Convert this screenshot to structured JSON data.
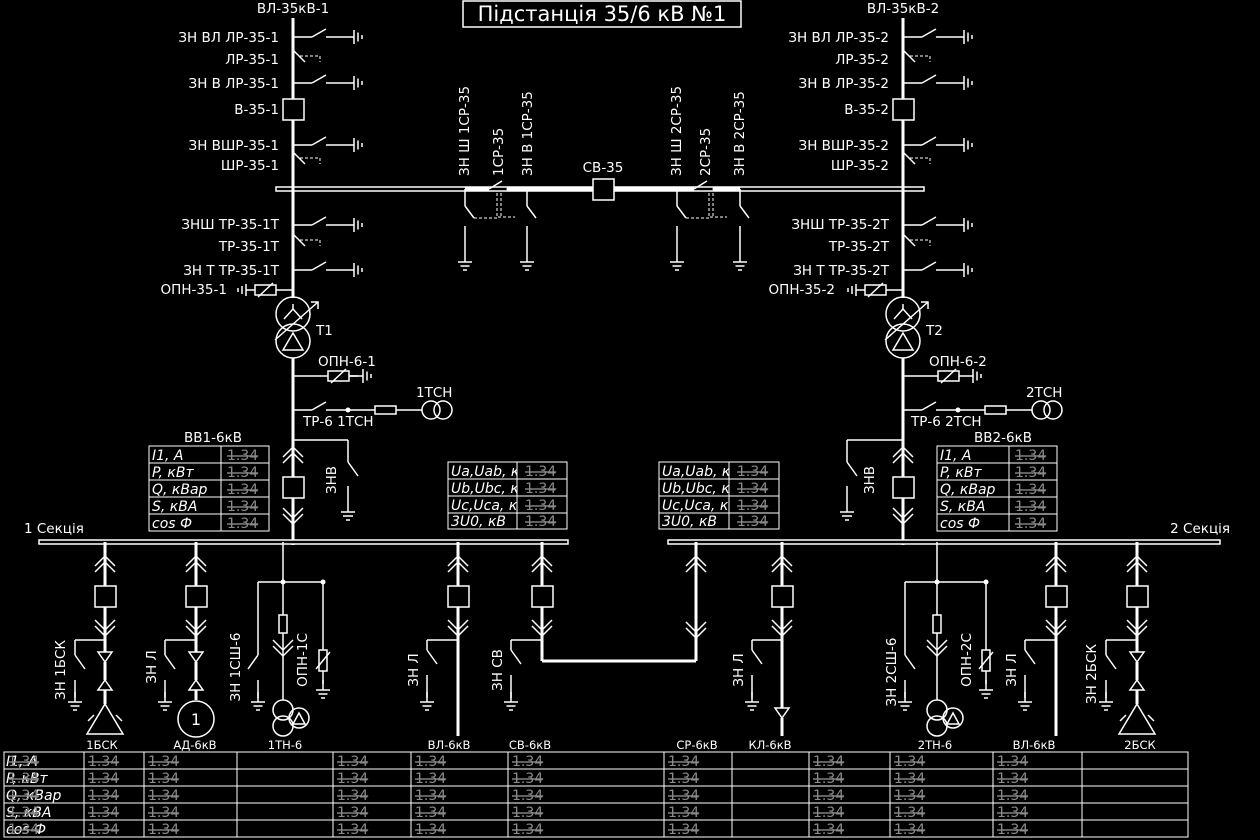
{
  "title": "Підстанція 35/6 кВ №1",
  "lines": {
    "left": "ВЛ-35кВ-1",
    "right": "ВЛ-35кВ-2"
  },
  "hv_left": {
    "zn_vl": "ЗН ВЛ ЛР-35-1",
    "lr": "ЛР-35-1",
    "zn_v_lr": "ЗН В ЛР-35-1",
    "breaker": "В-35-1",
    "zn_vshr": "ЗН ВШР-35-1",
    "shr": "ШР-35-1",
    "znsh_tr": "ЗНШ ТР-35-1Т",
    "tr": "ТР-35-1Т",
    "zn_t_tr": "ЗН Т ТР-35-1Т",
    "opn35": "ОПН-35-1",
    "transformer": "Т1",
    "opn6": "ОПН-6-1",
    "tr6": "ТР-6 1ТСН",
    "tsn": "1ТСН",
    "znv": "ЗНВ",
    "vv_title": "ВВ1-6кВ"
  },
  "hv_right": {
    "zn_vl": "ЗН ВЛ ЛР-35-2",
    "lr": "ЛР-35-2",
    "zn_v_lr": "ЗН В ЛР-35-2",
    "breaker": "В-35-2",
    "zn_vshr": "ЗН ВШР-35-2",
    "shr": "ШР-35-2",
    "znsh_tr": "ЗНШ ТР-35-2Т",
    "tr": "ТР-35-2Т",
    "zn_t_tr": "ЗН Т ТР-35-2Т",
    "opn35": "ОПН-35-2",
    "transformer": "Т2",
    "opn6": "ОПН-6-2",
    "tr6": "ТР-6 2ТСН",
    "tsn": "2ТСН",
    "znv": "ЗНВ",
    "vv_title": "ВВ2-6кВ"
  },
  "bus_tie_35": {
    "breaker": "СВ-35",
    "zn_sh_1": "ЗН Ш 1СР-35",
    "sr_1": "1СР-35",
    "zn_v_1": "ЗН В 1СР-35",
    "zn_sh_2": "ЗН Ш 2СР-35",
    "sr_2": "2СР-35",
    "zn_v_2": "ЗН В 2СР-35"
  },
  "sections": {
    "left": "1 Секція",
    "right": "2 Секція"
  },
  "vv_table": {
    "rows": [
      {
        "label": "I1, А",
        "value": "1.34"
      },
      {
        "label": "P, кВт",
        "value": "1.34"
      },
      {
        "label": "Q, кВар",
        "value": "1.34"
      },
      {
        "label": "S, кВА",
        "value": "1.34"
      },
      {
        "label": "cos Ф",
        "value": "1.34"
      }
    ]
  },
  "voltage_table": {
    "rows": [
      {
        "label": "Ua,Uab, кВ",
        "value": "1.34"
      },
      {
        "label": "Ub,Ubc, кВ",
        "value": "1.34"
      },
      {
        "label": "Uc,Uca, кВ",
        "value": "1.34"
      },
      {
        "label": "3U0, кВ",
        "value": "1.34"
      }
    ]
  },
  "feeders": {
    "bsk1": {
      "name": "1БСК",
      "earth": "ЗН 1БСК"
    },
    "ad": {
      "name": "АД-6кВ",
      "earth": "ЗН Л",
      "motor": "1"
    },
    "tn1": {
      "name": "1ТН-6",
      "earth": "ЗН 1СШ-6",
      "opn": "ОПН-1С"
    },
    "vl1": {
      "name": "ВЛ-6кВ",
      "earth": "ЗН Л"
    },
    "sv": {
      "name": "СВ-6кВ",
      "earth": "ЗН СВ"
    },
    "sr": {
      "name": "СР-6кВ"
    },
    "kl": {
      "name": "КЛ-6кВ",
      "earth": "ЗН Л"
    },
    "tn2": {
      "name": "2ТН-6",
      "earth": "ЗН 2СШ-6",
      "opn": "ОПН-2С"
    },
    "vl2": {
      "name": "ВЛ-6кВ",
      "earth": "ЗН Л"
    },
    "bsk2": {
      "name": "2БСК",
      "earth": "ЗН 2БСК"
    }
  },
  "bottom_table": {
    "row_labels": [
      "I1, А",
      "P, кВт",
      "Q, кВар",
      "S, кВА",
      "cos Ф"
    ],
    "value": "1.34"
  },
  "colors": {
    "background": "#000000",
    "foreground": "#ffffff",
    "muted_value": "#8a8a8a"
  }
}
